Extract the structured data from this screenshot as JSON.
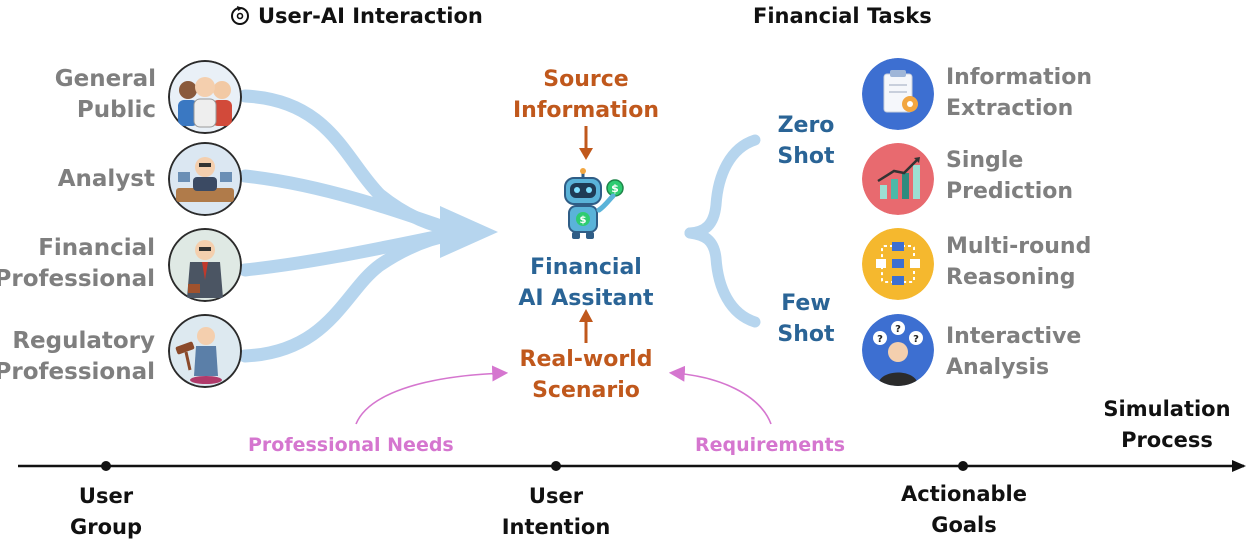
{
  "header": {
    "user_ai": "User-AI Interaction",
    "tasks": "Financial Tasks"
  },
  "user_groups": [
    {
      "line1": "General",
      "line2": "Public",
      "icon": "people-group-icon"
    },
    {
      "line1": "Analyst",
      "line2": "",
      "icon": "analyst-icon"
    },
    {
      "line1": "Financial",
      "line2": "Professional",
      "icon": "financial-professional-icon"
    },
    {
      "line1": "Regulatory",
      "line2": "Professional",
      "icon": "regulatory-professional-icon"
    }
  ],
  "center": {
    "source_line1": "Source",
    "source_line2": "Information",
    "assistant_line1": "Financial",
    "assistant_line2": "AI Assitant",
    "scenario_line1": "Real-world",
    "scenario_line2": "Scenario",
    "icon": "robot-icon"
  },
  "shots": {
    "zero_line1": "Zero",
    "zero_line2": "Shot",
    "few_line1": "Few",
    "few_line2": "Shot"
  },
  "tasks": [
    {
      "line1": "Information",
      "line2": "Extraction",
      "icon": "clipboard-gear-icon"
    },
    {
      "line1": "Single",
      "line2": "Prediction",
      "icon": "bar-chart-icon"
    },
    {
      "line1": "Multi-round",
      "line2": "Reasoning",
      "icon": "flowchart-icon"
    },
    {
      "line1": "Interactive",
      "line2": "Analysis",
      "icon": "thinking-person-icon"
    }
  ],
  "annotations": {
    "professional_needs": "Professional Needs",
    "requirements": "Requirements"
  },
  "timeline": {
    "end_line1": "Simulation",
    "end_line2": "Process",
    "stage1_line1": "User",
    "stage1_line2": "Group",
    "stage2_line1": "User",
    "stage2_line2": "Intention",
    "stage3_line1": "Actionable",
    "stage3_line2": "Goals"
  },
  "colors": {
    "flow_arrow": "#b6d5ee",
    "orange": "#c0581c",
    "blue": "#2a6496",
    "pink": "#d576cf",
    "grey": "#7f7f7f"
  }
}
